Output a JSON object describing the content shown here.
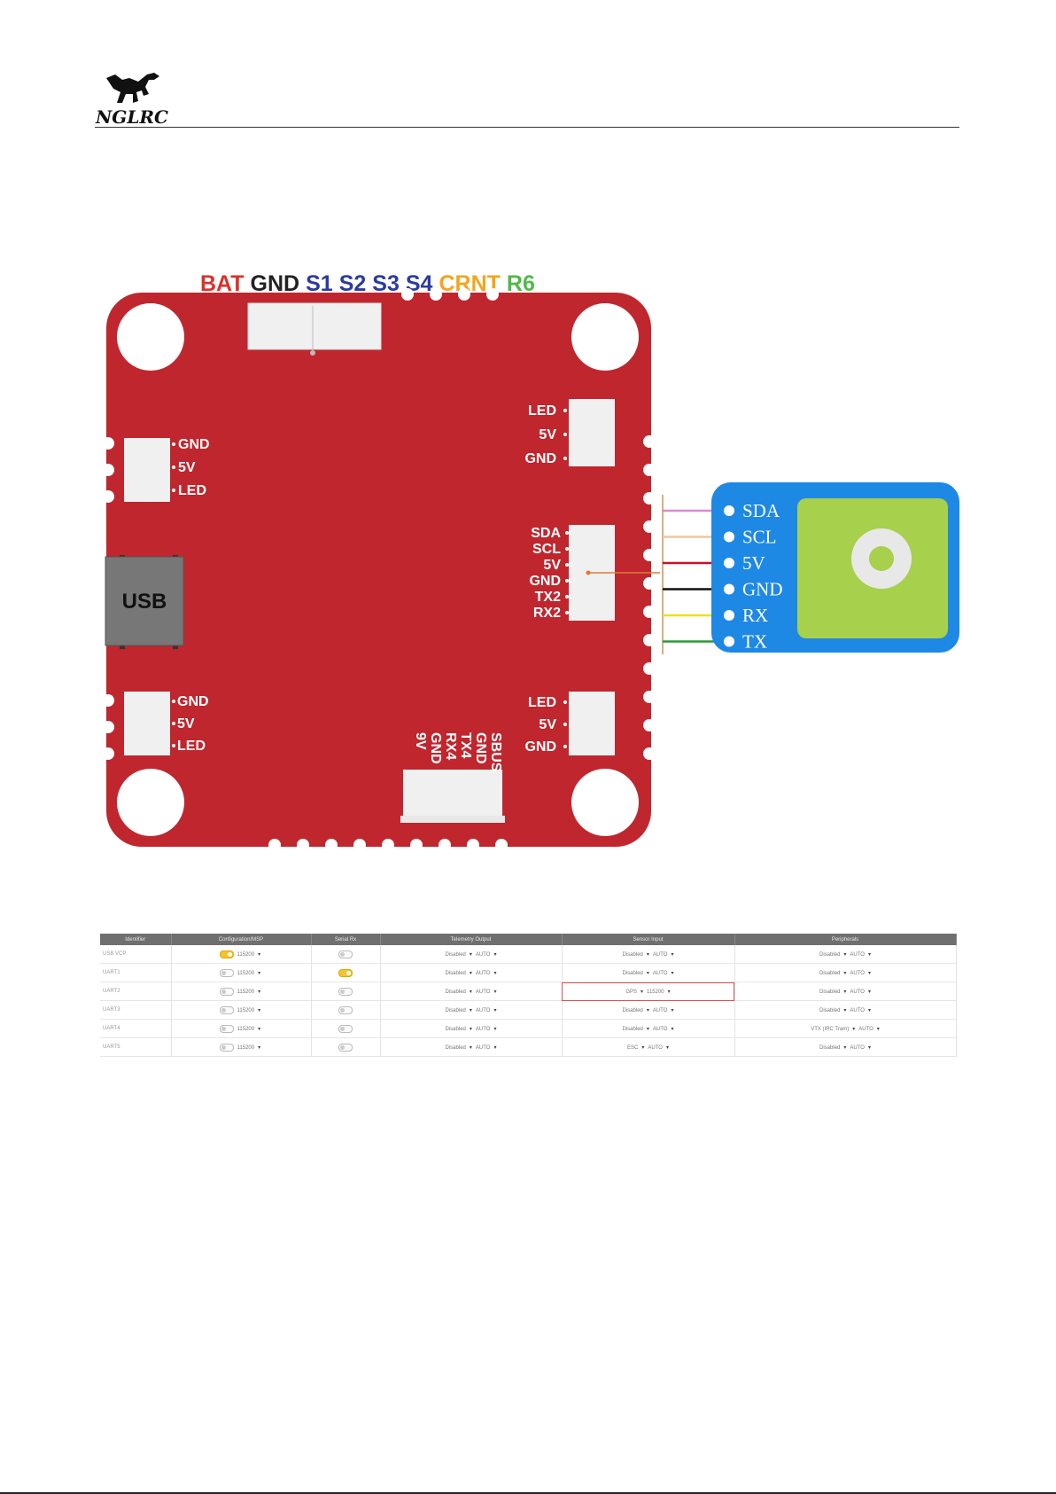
{
  "header": {
    "logo_text": "NGLRC",
    "logo_icon": "dinosaur-icon"
  },
  "diagram": {
    "top_connector": [
      "BAT",
      "GND",
      "S1",
      "S2",
      "S3",
      "S4",
      "CRNT",
      "R6"
    ],
    "top_connector_colors": [
      "#d8322b",
      "#222222",
      "#2b3ca0",
      "#2b3ca0",
      "#2b3ca0",
      "#2b3ca0",
      "#f2a51e",
      "#52b848"
    ],
    "left_top_pins": [
      "GND",
      "5V",
      "LED"
    ],
    "left_bottom_pins": [
      "GND",
      "5V",
      "LED"
    ],
    "right_top_pins": [
      "LED",
      "5V",
      "GND"
    ],
    "right_mid_pins": [
      "SDA",
      "SCL",
      "5V",
      "GND",
      "TX2",
      "RX2"
    ],
    "right_bottom_pins": [
      "LED",
      "5V",
      "GND"
    ],
    "bottom_pins": [
      "9V",
      "GND",
      "RX4",
      "TX4",
      "GND",
      "SBUS"
    ],
    "usb_label": "USB",
    "gps_pins": [
      "SDA",
      "SCL",
      "5V",
      "GND",
      "RX",
      "TX"
    ],
    "wire_colors": [
      "#d98ad0",
      "#f0c8a0",
      "#c8102e",
      "#111111",
      "#f0e020",
      "#2a9a3a"
    ],
    "board_color": "#c0262d",
    "gps_color": "#1e88e5",
    "gps_pad_color": "#a7d04c"
  },
  "ports_table": {
    "headers": [
      "Identifier",
      "Configuration/MSP",
      "Serial Rx",
      "Telemetry Output",
      "Sensor Input",
      "Peripherals"
    ],
    "rows": [
      {
        "id": "USB VCP",
        "msp_on": true,
        "msp_baud": "115200",
        "rx_on": false,
        "tel": "Disabled",
        "tel_baud": "AUTO",
        "sensor": "Disabled",
        "sensor_baud": "AUTO",
        "periph": "Disabled",
        "periph_baud": "AUTO",
        "highlight": false
      },
      {
        "id": "UART1",
        "msp_on": false,
        "msp_baud": "115200",
        "rx_on": true,
        "tel": "Disabled",
        "tel_baud": "AUTO",
        "sensor": "Disabled",
        "sensor_baud": "AUTO",
        "periph": "Disabled",
        "periph_baud": "AUTO",
        "highlight": false
      },
      {
        "id": "UART2",
        "msp_on": false,
        "msp_baud": "115200",
        "rx_on": false,
        "tel": "Disabled",
        "tel_baud": "AUTO",
        "sensor": "GPS",
        "sensor_baud": "115200",
        "periph": "Disabled",
        "periph_baud": "AUTO",
        "highlight": true
      },
      {
        "id": "UART3",
        "msp_on": false,
        "msp_baud": "115200",
        "rx_on": false,
        "tel": "Disabled",
        "tel_baud": "AUTO",
        "sensor": "Disabled",
        "sensor_baud": "AUTO",
        "periph": "Disabled",
        "periph_baud": "AUTO",
        "highlight": false
      },
      {
        "id": "UART4",
        "msp_on": false,
        "msp_baud": "115200",
        "rx_on": false,
        "tel": "Disabled",
        "tel_baud": "AUTO",
        "sensor": "Disabled",
        "sensor_baud": "AUTO",
        "periph": "VTX (IRC Tram)",
        "periph_baud": "AUTO",
        "highlight": false
      },
      {
        "id": "UART5",
        "msp_on": false,
        "msp_baud": "115200",
        "rx_on": false,
        "tel": "Disabled",
        "tel_baud": "AUTO",
        "sensor": "ESC",
        "sensor_baud": "AUTO",
        "periph": "Disabled",
        "periph_baud": "AUTO",
        "highlight": false
      }
    ]
  }
}
